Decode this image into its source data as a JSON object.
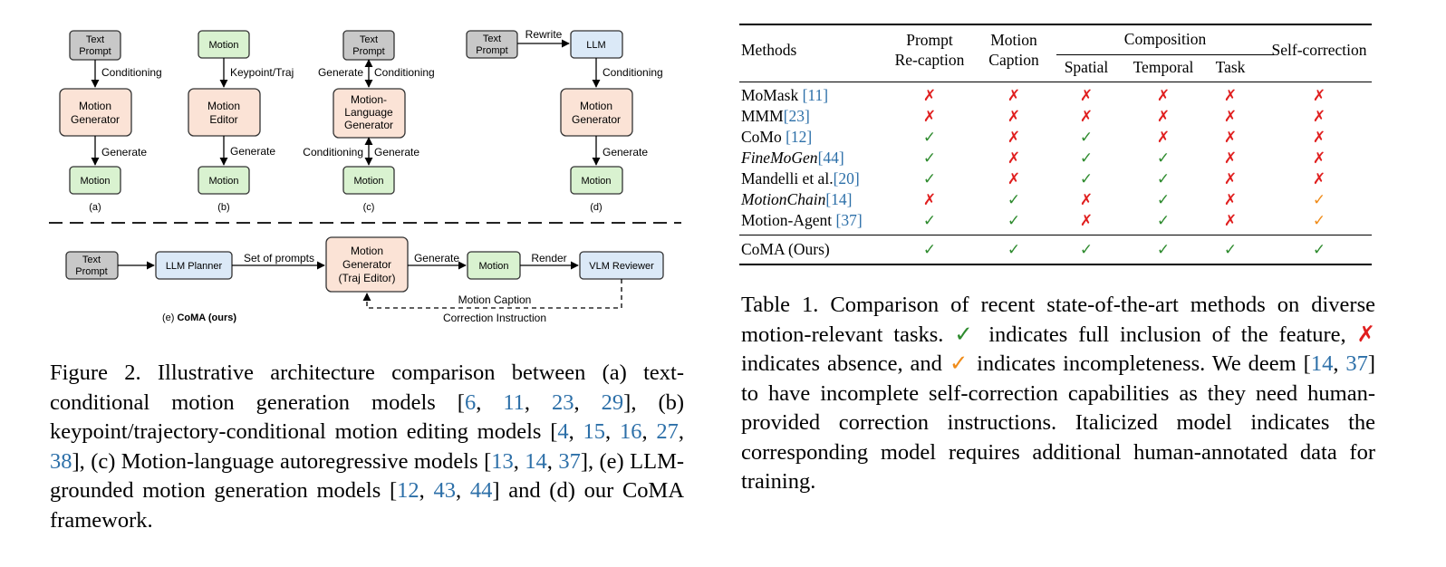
{
  "figure": {
    "panel_a": {
      "input": [
        "Text",
        "Prompt"
      ],
      "edge_1": "Conditioning",
      "model": [
        "Motion",
        "Generator"
      ],
      "edge_2": "Generate",
      "output": "Motion",
      "label": "(a)"
    },
    "panel_b": {
      "input": "Motion",
      "edge_1": "Keypoint/Traj",
      "model": [
        "Motion",
        "Editor"
      ],
      "edge_2": "Generate",
      "output": "Motion",
      "label": "(b)"
    },
    "panel_c": {
      "input": [
        "Text",
        "Prompt"
      ],
      "edge_1_left": "Generate",
      "edge_1_right": "Conditioning",
      "model": [
        "Motion-",
        "Language",
        "Generator"
      ],
      "edge_2_left": "Conditioning",
      "edge_2_right": "Generate",
      "output": "Motion",
      "label": "(c)"
    },
    "panel_d": {
      "input": [
        "Text",
        "Prompt"
      ],
      "rewrite": "Rewrite",
      "llm": "LLM",
      "edge_1": "Conditioning",
      "model": [
        "Motion",
        "Generator"
      ],
      "edge_2": "Generate",
      "output": "Motion",
      "label": "(d)"
    },
    "panel_e": {
      "input": [
        "Text",
        "Prompt"
      ],
      "planner": "LLM Planner",
      "edge_prompts": "Set of prompts",
      "model": [
        "Motion",
        "Generator",
        "(Traj Editor)"
      ],
      "edge_generate": "Generate",
      "output": "Motion",
      "edge_render": "Render",
      "reviewer": "VLM Reviewer",
      "feedback_1": "Motion Caption",
      "feedback_2": "Correction Instruction",
      "label_prefix": "(e)",
      "label_name": "CoMA (ours)"
    },
    "colors": {
      "gray_box": "#c8c8c8",
      "green_box": "#d9f2d0",
      "orange_box": "#fbe3d6",
      "blue_box": "#dbe9f7"
    }
  },
  "figure_caption": {
    "t1": "Figure 2.   Illustrative architecture comparison between (a) text-conditional motion generation models [",
    "r1": "6",
    "s1": ", ",
    "r2": "11",
    "s2": ", ",
    "r3": "23",
    "s3": ", ",
    "r4": "29",
    "t2": "], (b) keypoint/trajectory-conditional motion editing models [",
    "r5": "4",
    "s4": ", ",
    "r6": "15",
    "s5": ", ",
    "r7": "16",
    "s6": ", ",
    "r8": "27",
    "s7": ", ",
    "r9": "38",
    "t3": "], (c) Motion-language autoregressive models [",
    "r10": "13",
    "s8": ", ",
    "r11": "14",
    "s9": ", ",
    "r12": "37",
    "t4": "], (e) LLM-grounded motion generation models [",
    "r13": "12",
    "s10": ", ",
    "r14": "43",
    "s11": ", ",
    "r15": "44",
    "t5": "] and (d) our CoMA framework."
  },
  "table": {
    "headers": {
      "methods": "Methods",
      "prompt_1": "Prompt",
      "prompt_2": "Re-caption",
      "caption_1": "Motion",
      "caption_2": "Caption",
      "composition": "Composition",
      "spatial": "Spatial",
      "temporal": "Temporal",
      "task": "Task",
      "self_correction": "Self-correction"
    },
    "symbols": {
      "check": "✓",
      "cross": "✗"
    },
    "rows": [
      {
        "name": "MoMask ",
        "italic": false,
        "ref": "[11]",
        "cells": [
          "cross",
          "cross",
          "cross",
          "cross",
          "cross",
          "cross"
        ]
      },
      {
        "name": "MMM",
        "italic": false,
        "ref": "[23]",
        "cells": [
          "cross",
          "cross",
          "cross",
          "cross",
          "cross",
          "cross"
        ]
      },
      {
        "name": "CoMo ",
        "italic": false,
        "ref": "[12]",
        "cells": [
          "check",
          "cross",
          "check",
          "cross",
          "cross",
          "cross"
        ]
      },
      {
        "name": "FineMoGen",
        "italic": true,
        "ref": "[44]",
        "cells": [
          "check",
          "cross",
          "check",
          "check",
          "cross",
          "cross"
        ]
      },
      {
        "name": "Mandelli et al.",
        "italic": false,
        "ref": "[20]",
        "cells": [
          "check",
          "cross",
          "check",
          "check",
          "cross",
          "cross"
        ]
      },
      {
        "name": "MotionChain",
        "italic": true,
        "ref": "[14]",
        "cells": [
          "cross",
          "check",
          "cross",
          "check",
          "cross",
          "partial"
        ]
      },
      {
        "name": "Motion-Agent ",
        "italic": false,
        "ref": "[37]",
        "cells": [
          "check",
          "check",
          "cross",
          "check",
          "cross",
          "partial"
        ]
      },
      {
        "name": "CoMA (Ours)",
        "italic": false,
        "ref": "",
        "cells": [
          "check",
          "check",
          "check",
          "check",
          "check",
          "check"
        ]
      }
    ],
    "colors": {
      "check": "#2e8b2e",
      "cross": "#e01e1e",
      "partial": "#f08c1a",
      "ref": "#2c6fa8"
    }
  },
  "table_caption": {
    "t1": "Table 1. Comparison of recent state-of-the-art methods on diverse motion-relevant tasks. ",
    "m1": "✓",
    "t2": " indicates full inclusion of the feature, ",
    "m2": "✗",
    "t3": " indicates absence, and ",
    "m3": "✓",
    "t4": " indicates incompleteness. We deem [",
    "r1": "14",
    "s1": ", ",
    "r2": "37",
    "t5": "] to have incomplete self-correction capabilities as they need human-provided correction instructions. Italicized model indicates the corresponding model requires additional human-annotated data for training."
  }
}
